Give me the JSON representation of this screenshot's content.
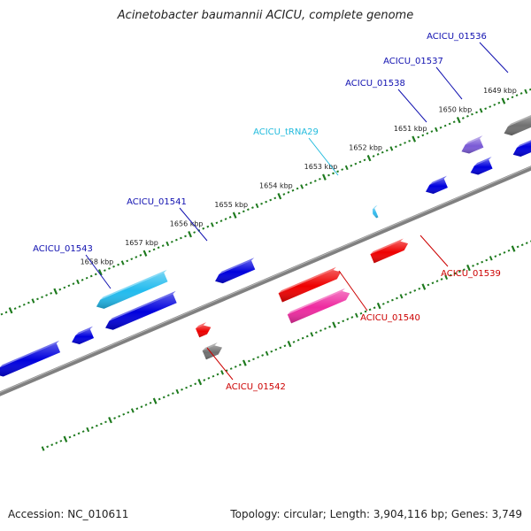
{
  "title": "Acinetobacter baumannii ACICU, complete genome",
  "footer": {
    "accession": "Accession: NC_010611",
    "summary": "Topology: circular; Length: 3,904,116 bp; Genes: 3,749"
  },
  "colors": {
    "backbone": "#808080",
    "tick": "#1e7a1e",
    "forward_gene": "#0000dd",
    "reverse_gene": "#ee0000",
    "trna": "#33bbee",
    "forward_label": "#1010b0",
    "reverse_label": "#cc0000",
    "trna_label": "#22bbdd"
  },
  "ticks": [
    {
      "label": "1649 kbp",
      "kbp": 1649
    },
    {
      "label": "1650 kbp",
      "kbp": 1650
    },
    {
      "label": "1651 kbp",
      "kbp": 1651
    },
    {
      "label": "1652 kbp",
      "kbp": 1652
    },
    {
      "label": "1653 kbp",
      "kbp": 1653
    },
    {
      "label": "1654 kbp",
      "kbp": 1654
    },
    {
      "label": "1655 kbp",
      "kbp": 1655
    },
    {
      "label": "1656 kbp",
      "kbp": 1656
    },
    {
      "label": "1657 kbp",
      "kbp": 1657
    },
    {
      "label": "1658 kbp",
      "kbp": 1658
    }
  ],
  "features": [
    {
      "name": "ACICU_01536",
      "strand": "forward",
      "lane": 1,
      "start_kbp": 1648.55,
      "end_kbp": 1649.25,
      "color": "#707070",
      "labeled": true
    },
    {
      "name": "ACICU_01537",
      "strand": "forward",
      "lane": 1,
      "start_kbp": 1649.75,
      "end_kbp": 1650.2,
      "color": "#7a5ad6",
      "labeled": true
    },
    {
      "name": "",
      "strand": "forward",
      "lane": 0,
      "start_kbp": 1648.55,
      "end_kbp": 1649.25,
      "color": "#0000dd",
      "labeled": false
    },
    {
      "name": "",
      "strand": "forward",
      "lane": 0,
      "start_kbp": 1649.75,
      "end_kbp": 1650.2,
      "color": "#0000dd",
      "labeled": false
    },
    {
      "name": "ACICU_01538",
      "strand": "forward",
      "lane": 0,
      "start_kbp": 1650.75,
      "end_kbp": 1651.2,
      "color": "#0000dd",
      "labeled": true
    },
    {
      "name": "ACICU_tRNA29",
      "strand": "forward",
      "lane": 0,
      "start_kbp": 1652.3,
      "end_kbp": 1652.38,
      "color": "#33bbee",
      "labeled": true
    },
    {
      "name": "ACICU_01539",
      "strand": "reverse",
      "lane": 0,
      "start_kbp": 1651.95,
      "end_kbp": 1652.75,
      "color": "#ee0000",
      "labeled": true
    },
    {
      "name": "",
      "strand": "reverse",
      "lane": 0,
      "start_kbp": 1653.45,
      "end_kbp": 1654.8,
      "color": "#ee0000",
      "labeled": false
    },
    {
      "name": "ACICU_01540",
      "strand": "reverse",
      "lane": 1,
      "start_kbp": 1653.45,
      "end_kbp": 1654.8,
      "color": "#ee2aa0",
      "labeled": true
    },
    {
      "name": "ACICU_01541",
      "strand": "forward",
      "lane": 0,
      "start_kbp": 1655.05,
      "end_kbp": 1655.9,
      "color": "#0000dd",
      "labeled": true
    },
    {
      "name": "",
      "strand": "reverse",
      "lane": 0,
      "start_kbp": 1656.35,
      "end_kbp": 1656.65,
      "color": "#ee0000",
      "labeled": false
    },
    {
      "name": "ACICU_01542",
      "strand": "reverse",
      "lane": 1,
      "start_kbp": 1656.3,
      "end_kbp": 1656.7,
      "color": "#707070",
      "labeled": true
    },
    {
      "name": "",
      "strand": "forward",
      "lane": 0,
      "start_kbp": 1656.8,
      "end_kbp": 1658.35,
      "color": "#0000dd",
      "labeled": false
    },
    {
      "name": "ACICU_01543",
      "strand": "forward",
      "lane": 1,
      "start_kbp": 1656.8,
      "end_kbp": 1658.35,
      "color": "#22bbee",
      "labeled": true
    },
    {
      "name": "",
      "strand": "forward",
      "lane": 0,
      "start_kbp": 1658.65,
      "end_kbp": 1659.1,
      "color": "#0000dd",
      "labeled": false
    },
    {
      "name": "",
      "strand": "forward",
      "lane": 0,
      "start_kbp": 1659.4,
      "end_kbp": 1660.8,
      "color": "#0000dd",
      "labeled": false
    }
  ]
}
